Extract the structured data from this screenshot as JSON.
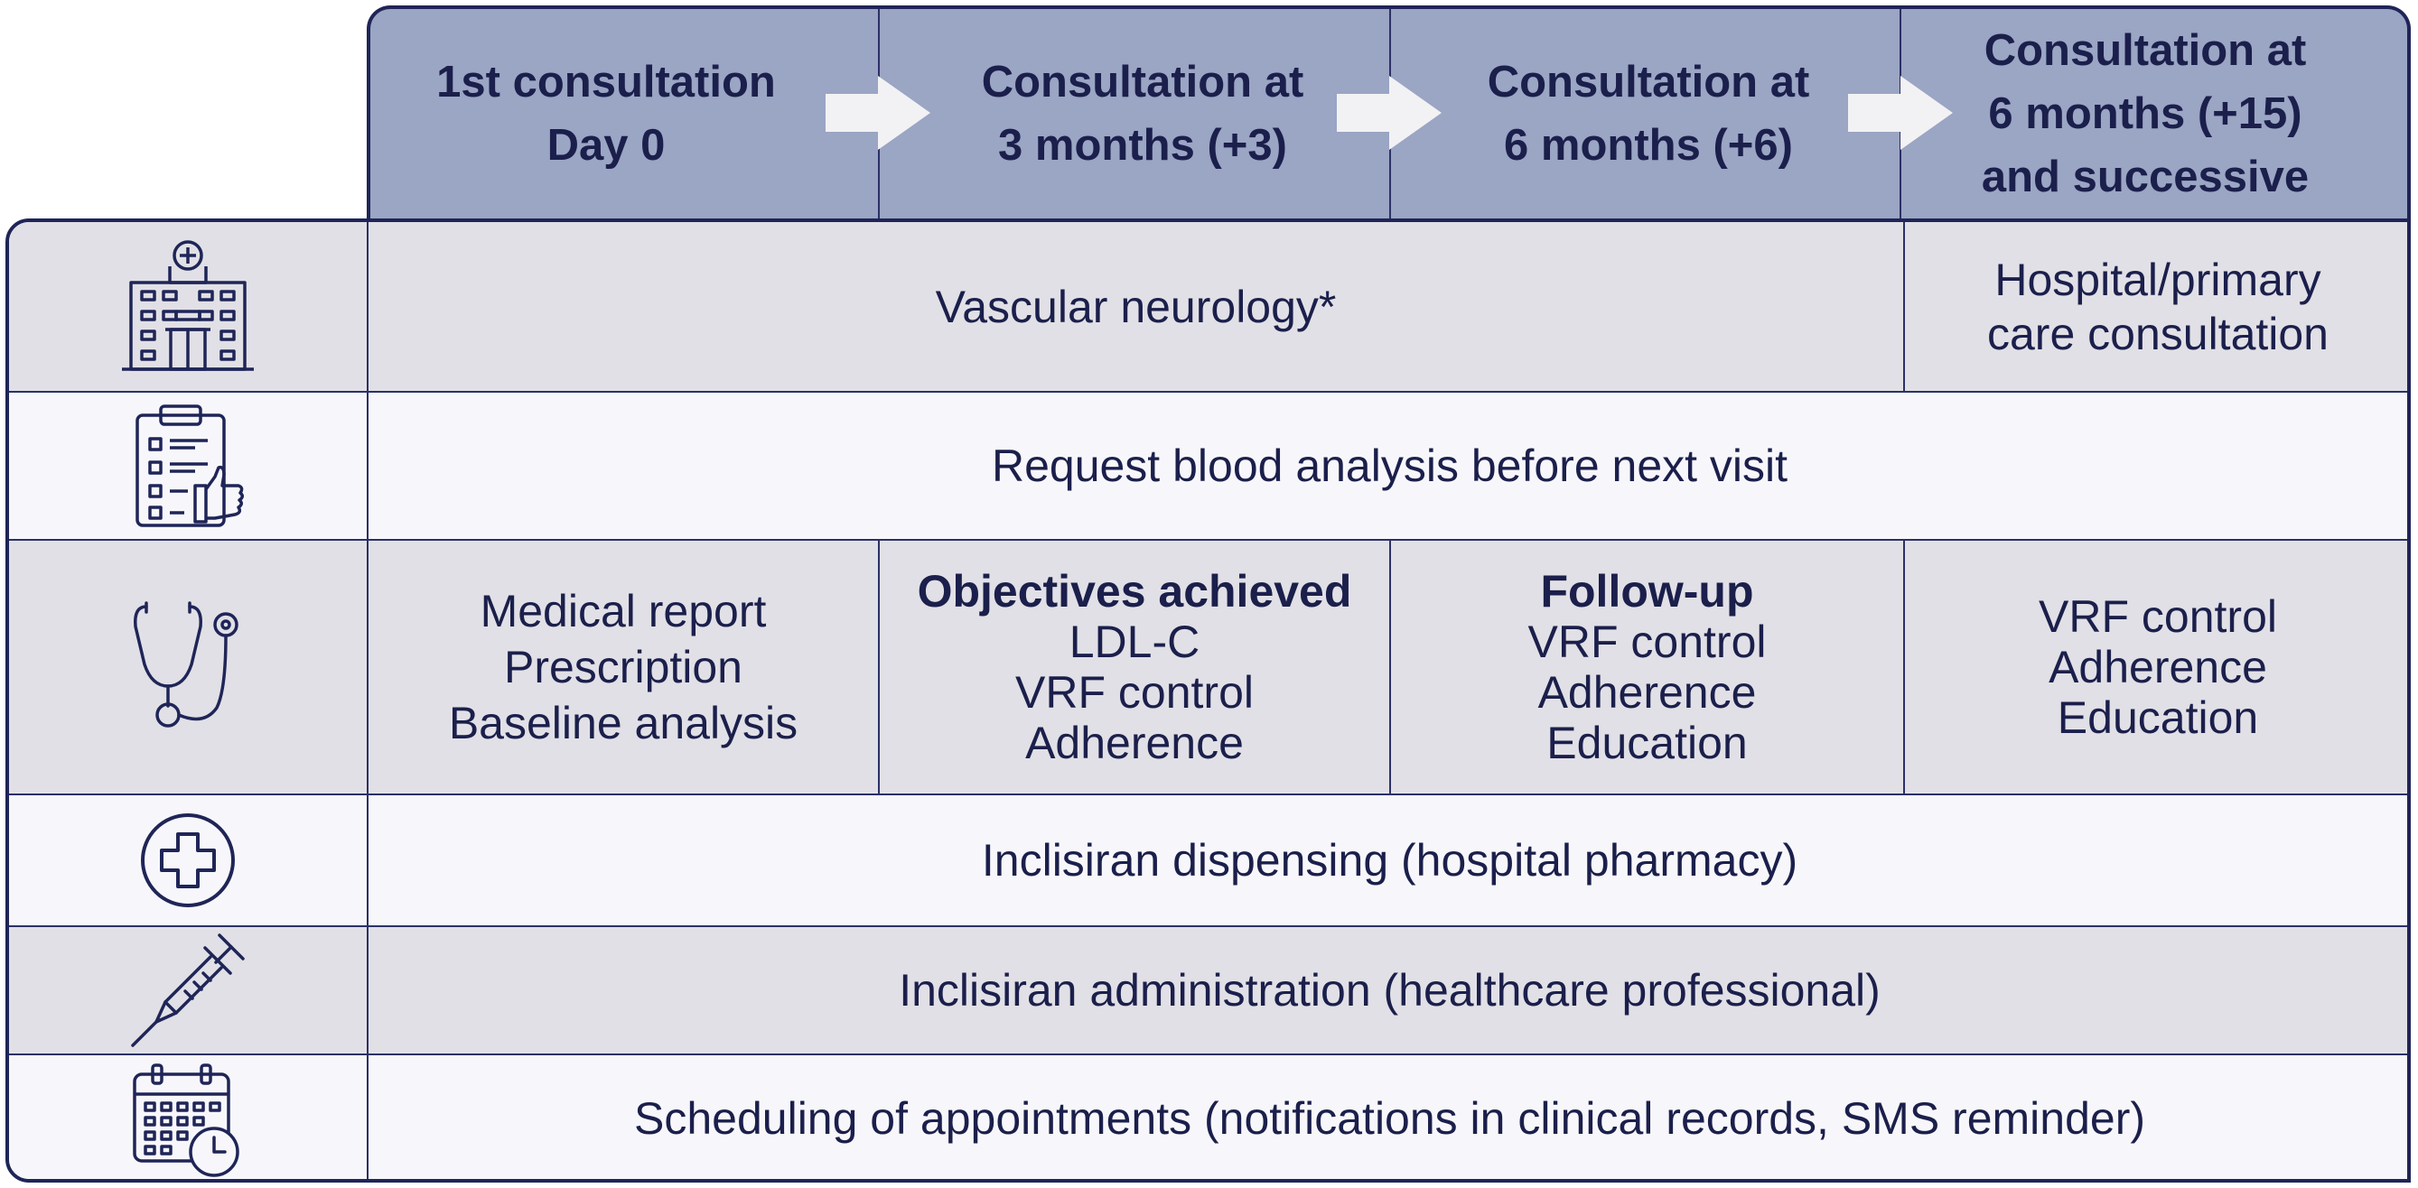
{
  "header": {
    "columns": [
      {
        "line1": "1st consultation",
        "line2": "Day 0"
      },
      {
        "line1": "Consultation at",
        "line2": "3 months (+3)"
      },
      {
        "line1": "Consultation at",
        "line2": "6 months (+6)"
      },
      {
        "line1": "Consultation at",
        "line2": "6 months (+15)",
        "line3": "and successive"
      }
    ]
  },
  "rows": {
    "consultation": {
      "icon": "hospital-icon",
      "main": "Vascular neurology*",
      "last_line1": "Hospital/primary",
      "last_line2": "care consultation"
    },
    "blood": {
      "icon": "clipboard-thumbs-up-icon",
      "text": "Request blood analysis before next visit"
    },
    "checks": {
      "icon": "stethoscope-icon",
      "col1": [
        "Medical report",
        "Prescription",
        "Baseline analysis"
      ],
      "col2": {
        "title": "Objectives achieved",
        "items": [
          "LDL-C",
          "VRF control",
          "Adherence"
        ]
      },
      "col3": {
        "title": "Follow-up",
        "items": [
          "VRF control",
          "Adherence",
          "Education"
        ]
      },
      "col4": [
        "VRF control",
        "Adherence",
        "Education"
      ]
    },
    "dispensing": {
      "icon": "medical-cross-icon",
      "text": "Inclisiran dispensing (hospital pharmacy)"
    },
    "administration": {
      "icon": "syringe-icon",
      "text": "Inclisiran administration (healthcare professional)"
    },
    "scheduling": {
      "icon": "calendar-clock-icon",
      "text": "Scheduling of appointments (notifications in clinical records, SMS reminder)"
    }
  },
  "colors": {
    "header_bg": "#9ba5c4",
    "row_gray": "#e1e0e6",
    "row_white": "#f7f7fb",
    "line": "#1f2557",
    "arrow": "#f2f2f4"
  }
}
